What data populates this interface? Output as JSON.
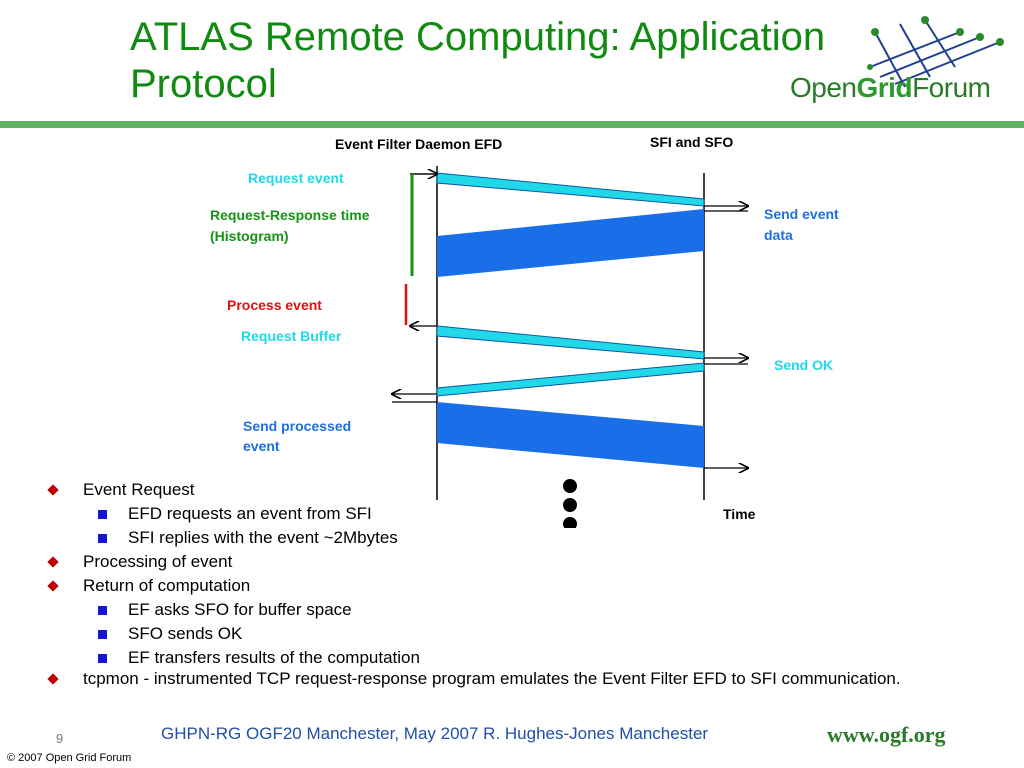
{
  "slide": {
    "title": "ATLAS Remote Computing: Application Protocol",
    "footer": "GHPN-RG OGF20 Manchester, May 2007 R. Hughes-Jones  Manchester",
    "page_number": "9",
    "copyright": "© 2007 Open Grid Forum",
    "website": "www.ogf.org"
  },
  "logo": {
    "open": "Open",
    "grid": "Grid",
    "forum": "Forum"
  },
  "diagram": {
    "efd_label": "Event Filter Daemon EFD",
    "sfi_label": "SFI and SFO",
    "request_event": "Request event",
    "rr_time_line1": "Request-Response time",
    "rr_time_line2": "(Histogram)",
    "process_event": "Process event",
    "request_buffer": "Request Buffer",
    "send_processed_line1": "Send processed",
    "send_processed_line2": "event",
    "send_event_data_line1": "Send event",
    "send_event_data_line2": "data",
    "send_ok": "Send OK",
    "time_label": "Time",
    "colors": {
      "cyan": "#21d8e8",
      "blue": "#1a6fe8",
      "green": "#139413",
      "red": "#e01010"
    }
  },
  "bullets": [
    {
      "level": 1,
      "text": "Event Request"
    },
    {
      "level": 2,
      "text": "EFD requests an event from SFI"
    },
    {
      "level": 2,
      "text": "SFI replies with the event ~2Mbytes"
    },
    {
      "level": 1,
      "text": "Processing of event"
    },
    {
      "level": 1,
      "text": "Return of computation"
    },
    {
      "level": 2,
      "text": "EF asks SFO for buffer space"
    },
    {
      "level": 2,
      "text": "SFO sends OK"
    },
    {
      "level": 2,
      "text": "EF transfers results of the computation"
    },
    {
      "level": 1,
      "text": "tcpmon - instrumented TCP request-response program emulates the Event Filter EFD to SFI communication."
    }
  ]
}
